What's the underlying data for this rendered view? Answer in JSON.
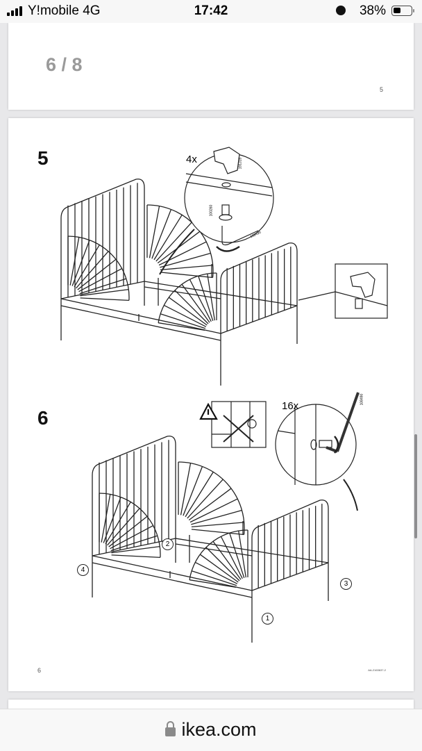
{
  "status_bar": {
    "carrier": "Y!mobile  4G",
    "time": "17:42",
    "battery": "38%",
    "icons": [
      "signal-icon",
      "alarm-icon",
      "battery-icon"
    ]
  },
  "viewer": {
    "page_indicator": "6 / 8"
  },
  "pages": [
    {
      "page_number": "5"
    },
    {
      "page_number": "6",
      "doc_code": "AA-2163637-2",
      "steps": [
        {
          "number": "5",
          "quantity": "4x",
          "parts": [
            "191315",
            "100260",
            "108490"
          ]
        },
        {
          "number": "6",
          "quantity": "16x",
          "parts": [
            "108490"
          ],
          "markers": [
            "1",
            "2",
            "3",
            "4"
          ],
          "warning_icon": "warning-triangle-icon"
        }
      ]
    }
  ],
  "browser": {
    "url": "ikea.com",
    "icon": "lock-icon"
  }
}
